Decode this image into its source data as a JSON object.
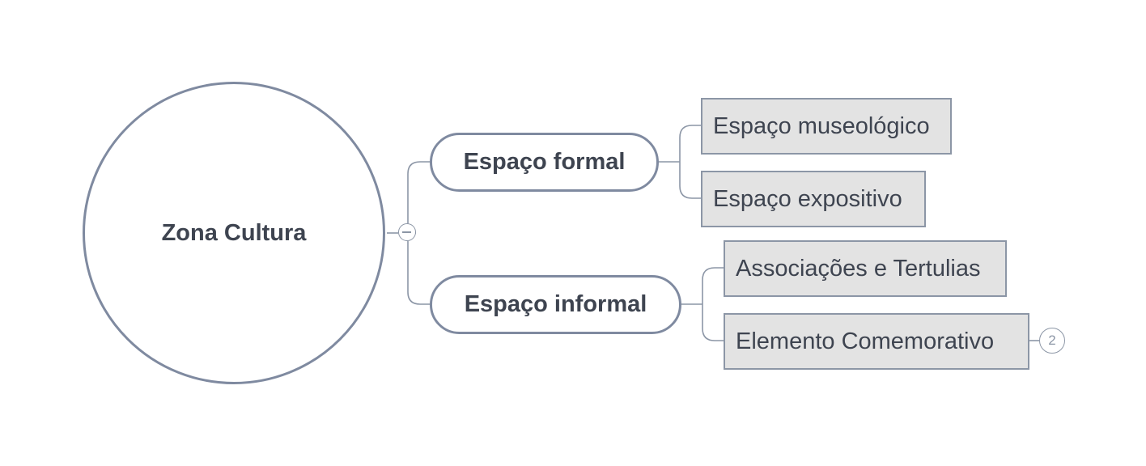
{
  "root": {
    "label": "Zona Cultura"
  },
  "branches": [
    {
      "label": "Espaço formal",
      "children": [
        "Espaço museológico",
        "Espaço expositivo"
      ]
    },
    {
      "label": "Espaço informal",
      "children": [
        "Associações e Tertulias",
        "Elemento Comemorativo"
      ]
    }
  ],
  "collapsed_child_count": "2",
  "colors": {
    "line": "#8c96a6",
    "node_border": "#7f8aa0",
    "leaf_fill": "#e3e3e3",
    "text": "#3e4450"
  }
}
